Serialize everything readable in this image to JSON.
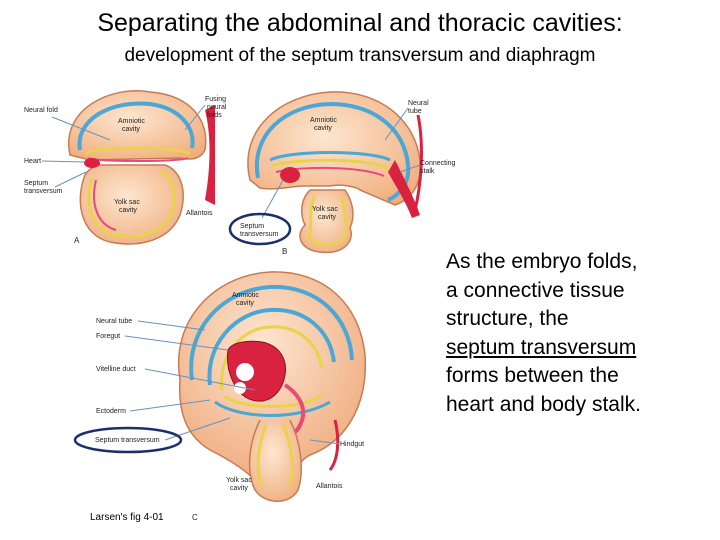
{
  "title": "Separating the abdominal and thoracic cavities:",
  "subtitle": "development of the septum transversum and diaphragm",
  "caption": {
    "line1": "As the embryo folds,",
    "line2": "a connective tissue",
    "line3": "structure, the",
    "line4_underlined": "septum transversum",
    "line5": "forms between the",
    "line6": "heart and body stalk."
  },
  "credit": "Larsen's fig 4-01",
  "figure_a": {
    "panel": "A",
    "neural_fold": "Neural fold",
    "fusing_1": "Fusing",
    "fusing_2": "neural",
    "fusing_3": "folds",
    "amniotic_1": "Amniotic",
    "amniotic_2": "cavity",
    "heart": "Heart",
    "septum_1": "Septum",
    "septum_2": "transversum",
    "yolk_1": "Yolk sac",
    "yolk_2": "cavity",
    "allantois": "Allantois"
  },
  "figure_b": {
    "panel": "B",
    "neural_1": "Neural",
    "neural_2": "tube",
    "amniotic_1": "Amniotic",
    "amniotic_2": "cavity",
    "connecting_1": "Connecting",
    "connecting_2": "stalk",
    "septum_1": "Septum",
    "septum_2": "transversum",
    "yolk_1": "Yolk sac",
    "yolk_2": "cavity"
  },
  "figure_c": {
    "panel": "C",
    "amniotic_1": "Amniotic",
    "amniotic_2": "cavity",
    "neural_tube": "Neural tube",
    "foregut": "Foregut",
    "vitelline": "Vitelline duct",
    "ectoderm": "Ectoderm",
    "septum": "Septum transversum",
    "hindgut": "Hindgut",
    "yolk_1": "Yolk sac",
    "yolk_2": "cavity",
    "allantois": "Allantois"
  },
  "colors": {
    "tissue": "#f2b98c",
    "ectoderm": "#4aa7d6",
    "mesoderm": "#e8d34a",
    "endoderm": "#e84a7a",
    "heart": "#d9223f",
    "outline": "#c77b55",
    "highlight_ring": "#1a2f6b"
  }
}
